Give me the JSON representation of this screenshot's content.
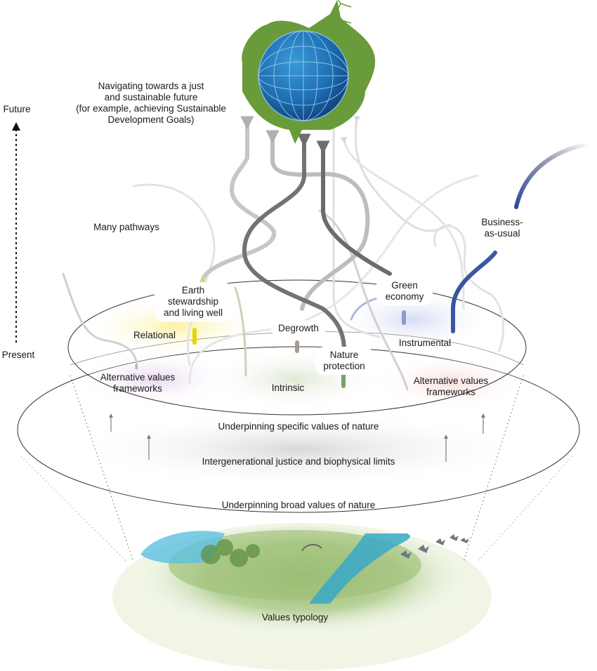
{
  "title": "Navigating towards a just\nand sustainable future\n(for example, achieving Sustainable\nDevelopment Goals)",
  "time_axis": {
    "top_label": "Future",
    "bottom_label": "Present"
  },
  "many_pathways_label": "Many pathways",
  "pathways": [
    {
      "id": "earth-stewardship",
      "label": "Earth\nstewardship\nand living well",
      "color": "#e8d400"
    },
    {
      "id": "degrowth",
      "label": "Degrowth",
      "color": "#a89890"
    },
    {
      "id": "nature-protection",
      "label": "Nature\nprotection",
      "color": "#7a9e6a"
    },
    {
      "id": "green-economy",
      "label": "Green\neconomy",
      "color": "#8c9cc8"
    },
    {
      "id": "business-as-usual",
      "label": "Business-\nas-usual",
      "color": "#3a56a0"
    }
  ],
  "value_regions": [
    {
      "id": "relational",
      "label": "Relational",
      "color": "#fbf3a0"
    },
    {
      "id": "instrumental",
      "label": "Instrumental",
      "color": "#dde0f3"
    },
    {
      "id": "intrinsic",
      "label": "Intrinsic",
      "color": "#e4ecdc"
    },
    {
      "id": "alt-left",
      "label": "Alternative values\nframeworks",
      "color": "#ecdff0"
    },
    {
      "id": "alt-right",
      "label": "Alternative values\nframeworks",
      "color": "#f8e4e2"
    }
  ],
  "layers": {
    "specific": "Underpinning specific values of nature",
    "justice": "Intergenerational justice and biophysical limits",
    "broad": "Underpinning broad values of nature",
    "typology": "Values typology"
  },
  "colors": {
    "globe_blue": "#1f6fb4",
    "vegetation_green": "#6a9b3a",
    "arrow_dark": "#6e6e72",
    "arrow_light": "#c8c8c8"
  }
}
